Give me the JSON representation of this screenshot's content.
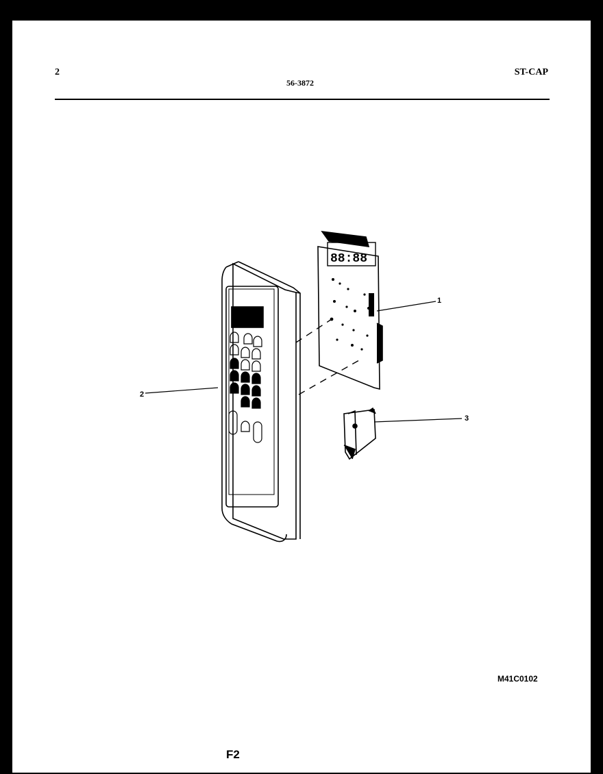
{
  "header": {
    "page_number": "2",
    "doc_number": "56-3872",
    "model": "ST-CAP"
  },
  "callouts": {
    "c1": "1",
    "c2": "2",
    "c3": "3"
  },
  "display_digits": "88:88",
  "drawing_code": "M41C0102",
  "figure": "F2"
}
